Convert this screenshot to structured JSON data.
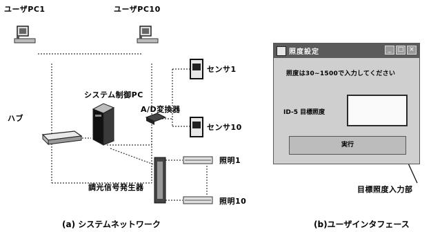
{
  "labels": {
    "user_pc1": "ユーザPC1",
    "user_pc10": "ユーザPC10",
    "system_pc": "システム制御PC",
    "hub": "ハブ",
    "ad_converter": "A/D変換器",
    "sensor1": "センサ1",
    "sensor10": "センサ10",
    "light1": "照明1",
    "light10": "照明10",
    "dimmer": "調光信号発生器",
    "target_input": "目標照度入力部"
  },
  "captions": {
    "a": "(a) システムネットワーク",
    "b": "(b)ユーザインタフェース"
  },
  "window": {
    "title": "照度設定",
    "instruction": "照度は30~1500で入力してください",
    "field_label": "ID-5 目標照度",
    "button": "実行",
    "min_button": "_",
    "max_button": "□",
    "close_button": "×"
  }
}
